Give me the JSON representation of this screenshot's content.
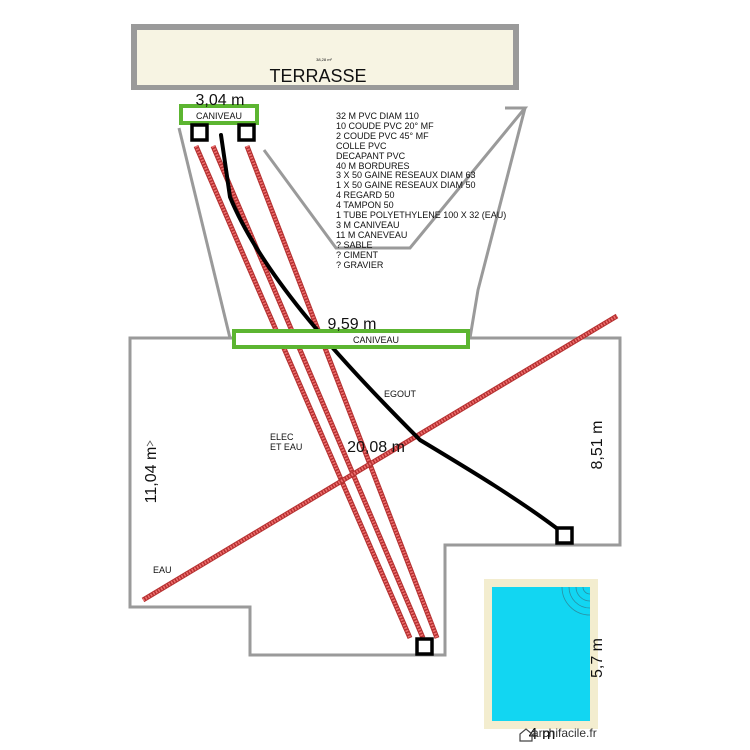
{
  "terrace": {
    "label": "TERRASSE",
    "area": "38,28 m²"
  },
  "dimensions": {
    "terrace_width": "3,04 m",
    "caniveau_width": "9,59 m",
    "diagonal": "20,08 m",
    "left_height": "11,04 m",
    "right_height": "8,51 m",
    "pool_height": "5,7 m",
    "pool_width": "4 m"
  },
  "caniveau": {
    "top_label": "CANIVEAU",
    "middle_label": "CANIVEAU"
  },
  "labels": {
    "egout": "EGOUT",
    "elec_line1": "ELEC",
    "elec_line2": "ET EAU",
    "eau": "EAU"
  },
  "materials": [
    "32 M PVC DIAM 110",
    "10 COUDE PVC 20° MF",
    "2 COUDE PVC 45° MF",
    "COLLE PVC",
    "DECAPANT PVC",
    "40 M BORDURES",
    "3 X 50 GAINE RESEAUX DIAM 63",
    "1 X 50 GAINE RESEAUX DIAM 50",
    "4 REGARD 50",
    "4 TAMPON 50",
    "1 TUBE POLYETHYLENE 100 X 32 (EAU)",
    "3 M CANIVEAU",
    "11 M CANEVEAU",
    "? SABLE",
    "? CIMENT",
    "? GRAVIER"
  ],
  "watermark": "archifacile.fr",
  "colors": {
    "wall": "#9a9a9a",
    "terrace_fill": "#f7f4e3",
    "caniveau_stroke": "#5cb531",
    "sewer_pipe": "#000000",
    "network_duct": "#d84a4a",
    "pool_fill": "#12d6f2",
    "pool_border": "#f3edcf"
  },
  "icons": {
    "manhole": "regard-square-icon",
    "pool_steps": "pool-steps-icon",
    "watermark_logo": "house-logo-icon"
  }
}
